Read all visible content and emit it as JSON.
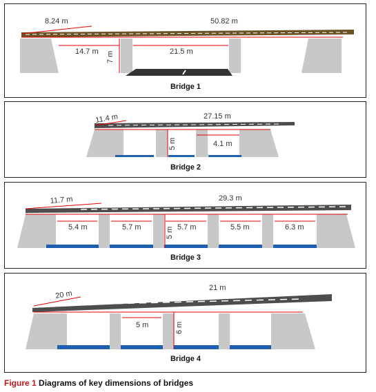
{
  "bridges": [
    {
      "title": "Bridge 1",
      "dims": {
        "span_left": "8.24 m",
        "span_right": "50.82 m",
        "opening_left": "14.7 m",
        "opening_right": "21.5 m",
        "height": "7 m"
      }
    },
    {
      "title": "Bridge 2",
      "dims": {
        "span_left": "11.4 m",
        "span_right": "27.15 m",
        "height": "5 m",
        "opening": "4.1 m"
      }
    },
    {
      "title": "Bridge 3",
      "dims": {
        "span_left": "11.7 m",
        "span_right": "29.3 m",
        "openings": [
          "5.4 m",
          "5.7 m",
          "5.7 m",
          "5.5 m",
          "6.3 m"
        ],
        "height": "5 m"
      }
    },
    {
      "title": "Bridge 4",
      "dims": {
        "span_left": "20 m",
        "span_right": "21 m",
        "opening": "5 m",
        "height": "6 m"
      }
    }
  ],
  "caption": {
    "label": "Figure 1",
    "text": "Diagrams of key dimensions of bridges"
  },
  "colors": {
    "deck_bridge1": "#6b5326",
    "deck": "#4d4d4d",
    "abutment": "#c8c8c8",
    "water": "#1f5fb0",
    "dimension": "#e00000",
    "road_marking": "#ffffff"
  }
}
